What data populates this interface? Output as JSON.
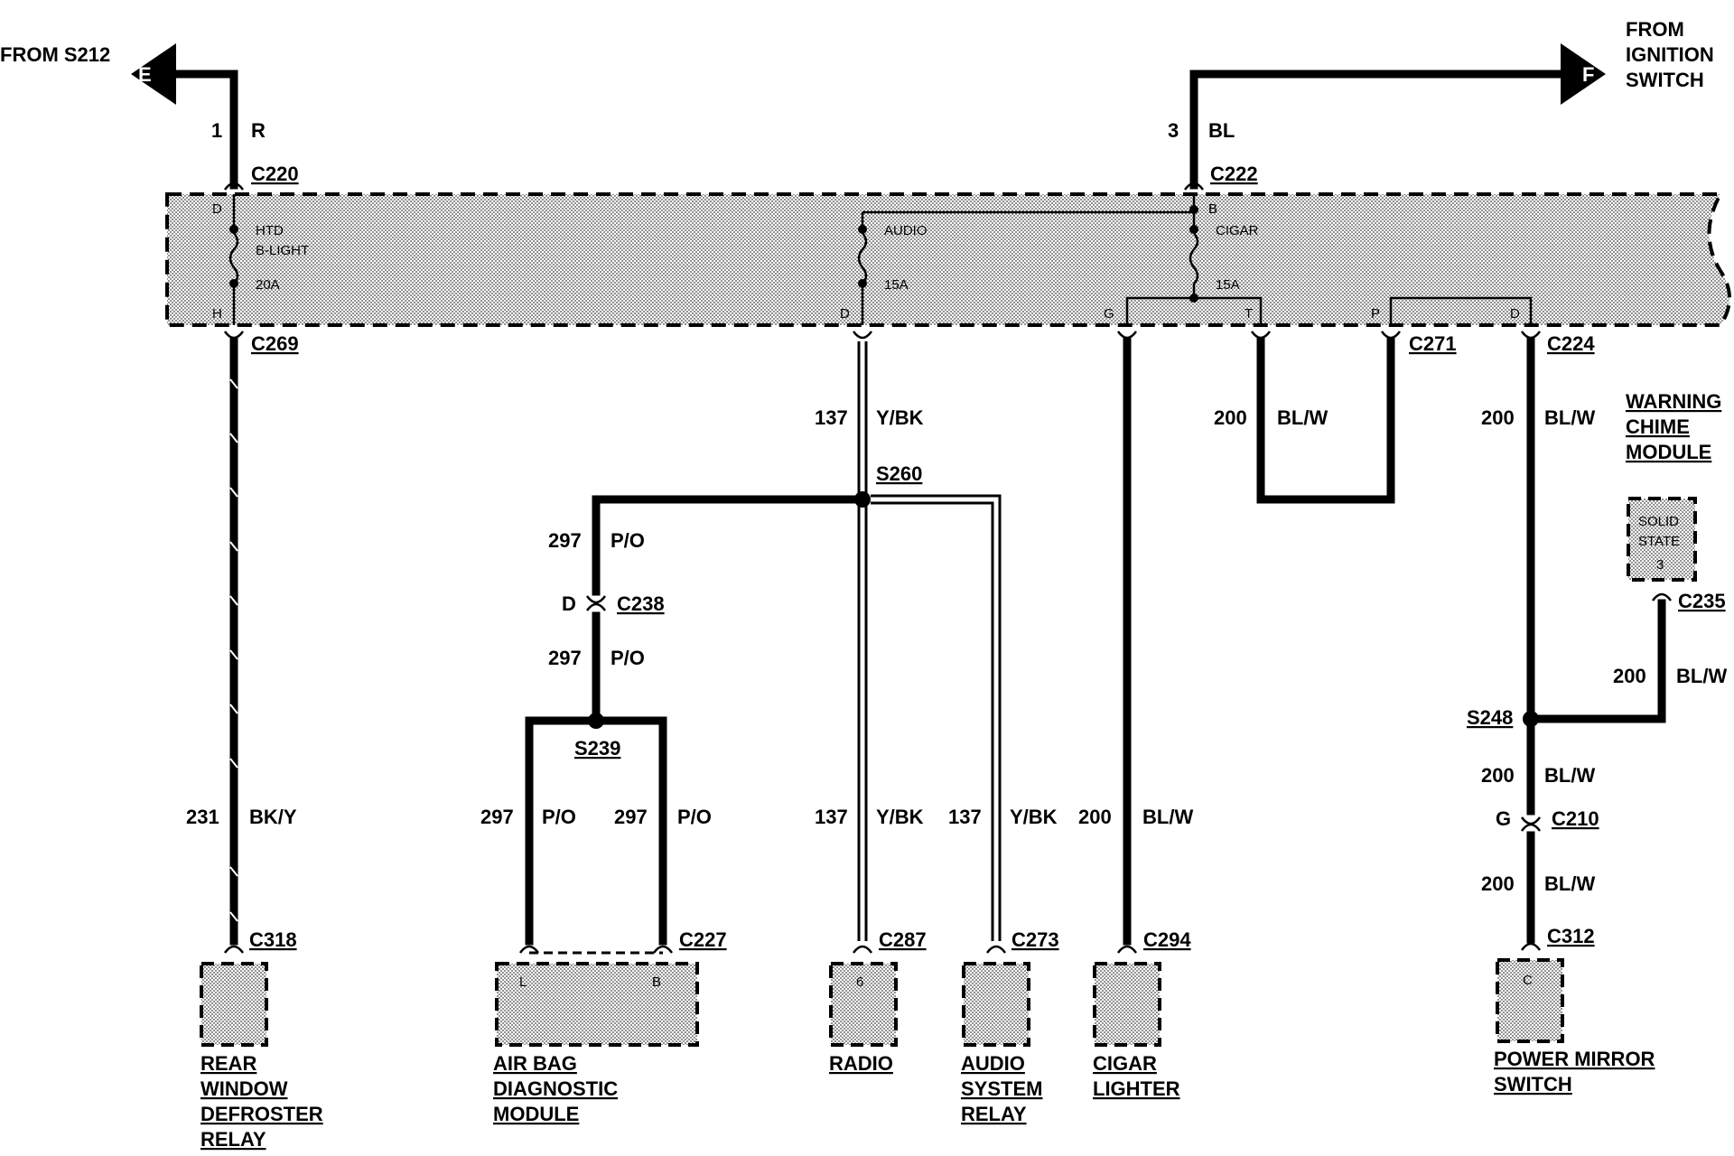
{
  "sources": {
    "left": {
      "text": "FROM S212",
      "flag": "E"
    },
    "right": {
      "line1": "FROM",
      "line2": "IGNITION",
      "line3": "SWITCH",
      "flag": "F"
    }
  },
  "fuse_panel": {
    "fuse_left": {
      "pin_top": "D",
      "pin_bottom": "H",
      "name1": "HTD",
      "name2": "B-LIGHT",
      "rating": "20A"
    },
    "fuse_mid": {
      "pin_bottom": "D",
      "name": "AUDIO",
      "rating": "15A"
    },
    "fuse_right": {
      "pin_top": "B",
      "name": "CIGAR",
      "rating": "15A"
    },
    "pins": {
      "g": "G",
      "t": "T",
      "p": "P",
      "d": "D"
    }
  },
  "connectors": {
    "c220": "C220",
    "c222": "C222",
    "c269": "C269",
    "c271": "C271",
    "c224": "C224",
    "c238": "C238",
    "c238_pin": "D",
    "c235": "C235",
    "c210": "C210",
    "c210_pin": "G",
    "c318": "C318",
    "c227": "C227",
    "c287": "C287",
    "c273": "C273",
    "c294": "C294",
    "c312": "C312"
  },
  "splices": {
    "s260": "S260",
    "s239": "S239",
    "s248": "S248"
  },
  "wires": {
    "w1": {
      "num": "1",
      "color": "R"
    },
    "w3": {
      "num": "3",
      "color": "BL"
    },
    "w137": {
      "num": "137",
      "color": "Y/BK"
    },
    "w297": {
      "num": "297",
      "color": "P/O"
    },
    "w231": {
      "num": "231",
      "color": "BK/Y"
    },
    "w200": {
      "num": "200",
      "color": "BL/W"
    }
  },
  "components": {
    "rear_defroster": {
      "l1": "REAR",
      "l2": "WINDOW",
      "l3": "DEFROSTER",
      "l4": "RELAY"
    },
    "airbag": {
      "l1": "AIR BAG",
      "l2": "DIAGNOSTIC",
      "l3": "MODULE",
      "pin_l": "L",
      "pin_b": "B"
    },
    "radio": {
      "l1": "RADIO",
      "pin": "6"
    },
    "audio_relay": {
      "l1": "AUDIO",
      "l2": "SYSTEM",
      "l3": "RELAY"
    },
    "cigar_lighter": {
      "l1": "CIGAR",
      "l2": "LIGHTER"
    },
    "power_mirror": {
      "l1": "POWER MIRROR",
      "l2": "SWITCH",
      "pin": "C"
    },
    "warning_chime": {
      "l1": "WARNING",
      "l2": "CHIME",
      "l3": "MODULE",
      "inner1": "SOLID",
      "inner2": "STATE",
      "inner3": "3"
    }
  }
}
